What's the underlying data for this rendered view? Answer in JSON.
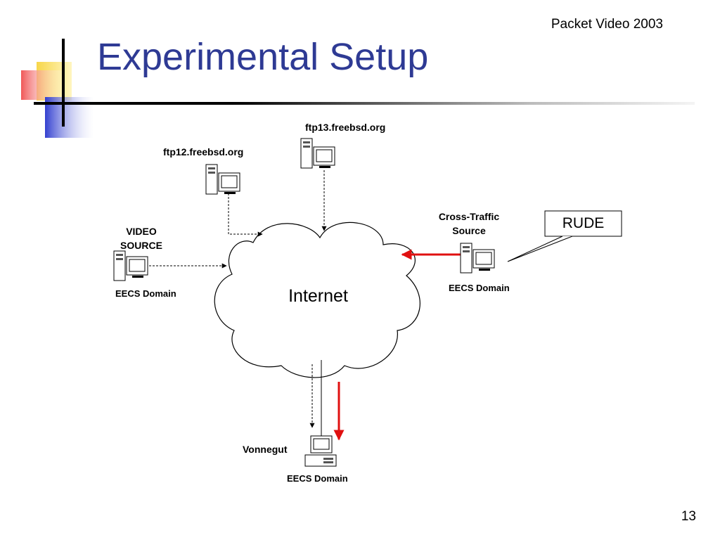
{
  "header": {
    "note": "Packet Video 2003"
  },
  "slide": {
    "title": "Experimental Setup",
    "page_number": "13"
  },
  "nodes": {
    "ftp13": {
      "label": "ftp13.freebsd.org"
    },
    "ftp12": {
      "label": "ftp12.freebsd.org"
    },
    "video_source": {
      "label_line1": "VIDEO",
      "label_line2": "SOURCE",
      "domain": "EECS Domain"
    },
    "cross_traffic": {
      "label_line1": "Cross-Traffic",
      "label_line2": "Source",
      "domain": "EECS Domain"
    },
    "vonnegut": {
      "label": "Vonnegut",
      "domain": "EECS Domain"
    }
  },
  "cloud": {
    "label": "Internet"
  },
  "callout": {
    "label": "RUDE"
  },
  "colors": {
    "title": "#2e3a94",
    "traffic_arrow": "#e01010",
    "accent_yellow": "#f7d64a",
    "accent_red": "#f06060",
    "accent_blue": "#3b46d6"
  }
}
